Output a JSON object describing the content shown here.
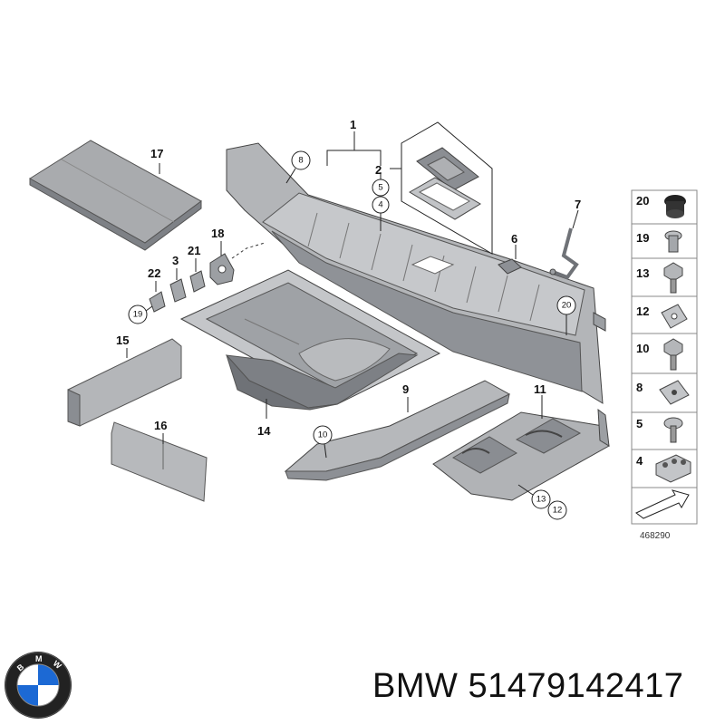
{
  "diagram": {
    "callouts": [
      "1",
      "2",
      "3",
      "4",
      "5",
      "6",
      "7",
      "8",
      "9",
      "10",
      "11",
      "12",
      "13",
      "14",
      "15",
      "16",
      "17",
      "18",
      "19",
      "20",
      "21",
      "22"
    ],
    "legend": [
      "20",
      "19",
      "13",
      "12",
      "10",
      "8",
      "5",
      "4"
    ],
    "reference": "468290"
  },
  "footer": {
    "brand": "BMW",
    "part_number": "51479142417",
    "logo": "bmw-roundel-logo"
  },
  "colors": {
    "part_fill": "#b7b9bc",
    "part_shade": "#8e9196",
    "part_dark": "#6b6e73",
    "line": "#222222"
  }
}
